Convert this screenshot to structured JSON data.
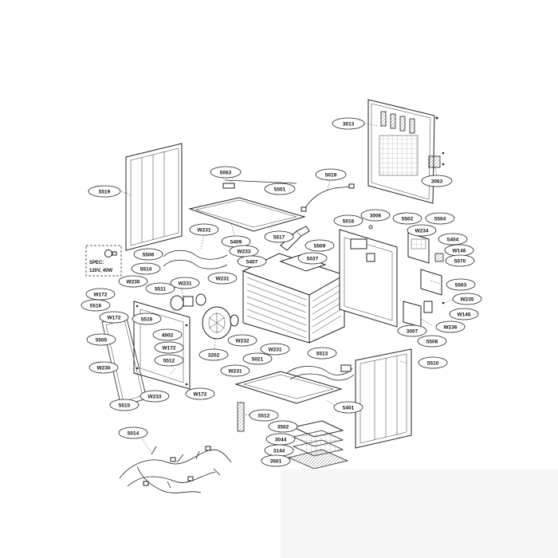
{
  "callouts": [
    {
      "id": "c3013",
      "label": "3013"
    },
    {
      "id": "c3063",
      "label": "3063"
    },
    {
      "id": "c5063",
      "label": "5063"
    },
    {
      "id": "c5501",
      "label": "5501"
    },
    {
      "id": "c5019",
      "label": "5019"
    },
    {
      "id": "c5519",
      "label": "5519"
    },
    {
      "id": "c5016",
      "label": "5016"
    },
    {
      "id": "c3006",
      "label": "3006"
    },
    {
      "id": "c5502",
      "label": "5502"
    },
    {
      "id": "c5504",
      "label": "5504"
    },
    {
      "id": "cW231a",
      "label": "W231"
    },
    {
      "id": "c5517",
      "label": "5517"
    },
    {
      "id": "c5409",
      "label": "5409"
    },
    {
      "id": "c5509",
      "label": "5509"
    },
    {
      "id": "cW234",
      "label": "W234"
    },
    {
      "id": "c5404",
      "label": "5404"
    },
    {
      "id": "c5506",
      "label": "5506"
    },
    {
      "id": "cW233a",
      "label": "W233"
    },
    {
      "id": "cW146a",
      "label": "W146"
    },
    {
      "id": "c5407",
      "label": "5407"
    },
    {
      "id": "c5037",
      "label": "5037"
    },
    {
      "id": "c5070",
      "label": "5070"
    },
    {
      "id": "c5514",
      "label": "5514"
    },
    {
      "id": "cW231b",
      "label": "W231"
    },
    {
      "id": "cW230a",
      "label": "W230"
    },
    {
      "id": "cW231c",
      "label": "W231"
    },
    {
      "id": "c5511",
      "label": "5511"
    },
    {
      "id": "c5503",
      "label": "5503"
    },
    {
      "id": "cW172a",
      "label": "W172"
    },
    {
      "id": "c5516a",
      "label": "5516"
    },
    {
      "id": "cW235",
      "label": "W235"
    },
    {
      "id": "cW172b",
      "label": "W172"
    },
    {
      "id": "c5516b",
      "label": "5516"
    },
    {
      "id": "c3007",
      "label": "3007"
    },
    {
      "id": "cW146b",
      "label": "W146"
    },
    {
      "id": "c4002",
      "label": "4002"
    },
    {
      "id": "c5505",
      "label": "5505"
    },
    {
      "id": "c5508",
      "label": "5508"
    },
    {
      "id": "cW236",
      "label": "W236"
    },
    {
      "id": "cW232",
      "label": "W232"
    },
    {
      "id": "cW172c",
      "label": "W172"
    },
    {
      "id": "cW231d",
      "label": "W231"
    },
    {
      "id": "c3202",
      "label": "3202"
    },
    {
      "id": "c5512a",
      "label": "5512"
    },
    {
      "id": "c5021",
      "label": "5021"
    },
    {
      "id": "c5513",
      "label": "5513"
    },
    {
      "id": "cW230b",
      "label": "W230"
    },
    {
      "id": "c5510",
      "label": "5510"
    },
    {
      "id": "cW231e",
      "label": "W231"
    },
    {
      "id": "cW233b",
      "label": "W233"
    },
    {
      "id": "cW172d",
      "label": "W172"
    },
    {
      "id": "c5515",
      "label": "5515"
    },
    {
      "id": "c5401",
      "label": "5401"
    },
    {
      "id": "c5512b",
      "label": "5512"
    },
    {
      "id": "c5014",
      "label": "5014"
    },
    {
      "id": "c3502",
      "label": "3502"
    },
    {
      "id": "c3044",
      "label": "3044"
    },
    {
      "id": "c3144",
      "label": "3144"
    },
    {
      "id": "c3501",
      "label": "3501"
    }
  ],
  "spec": {
    "line1": "SPEC:",
    "line2": "120V, 40W"
  }
}
